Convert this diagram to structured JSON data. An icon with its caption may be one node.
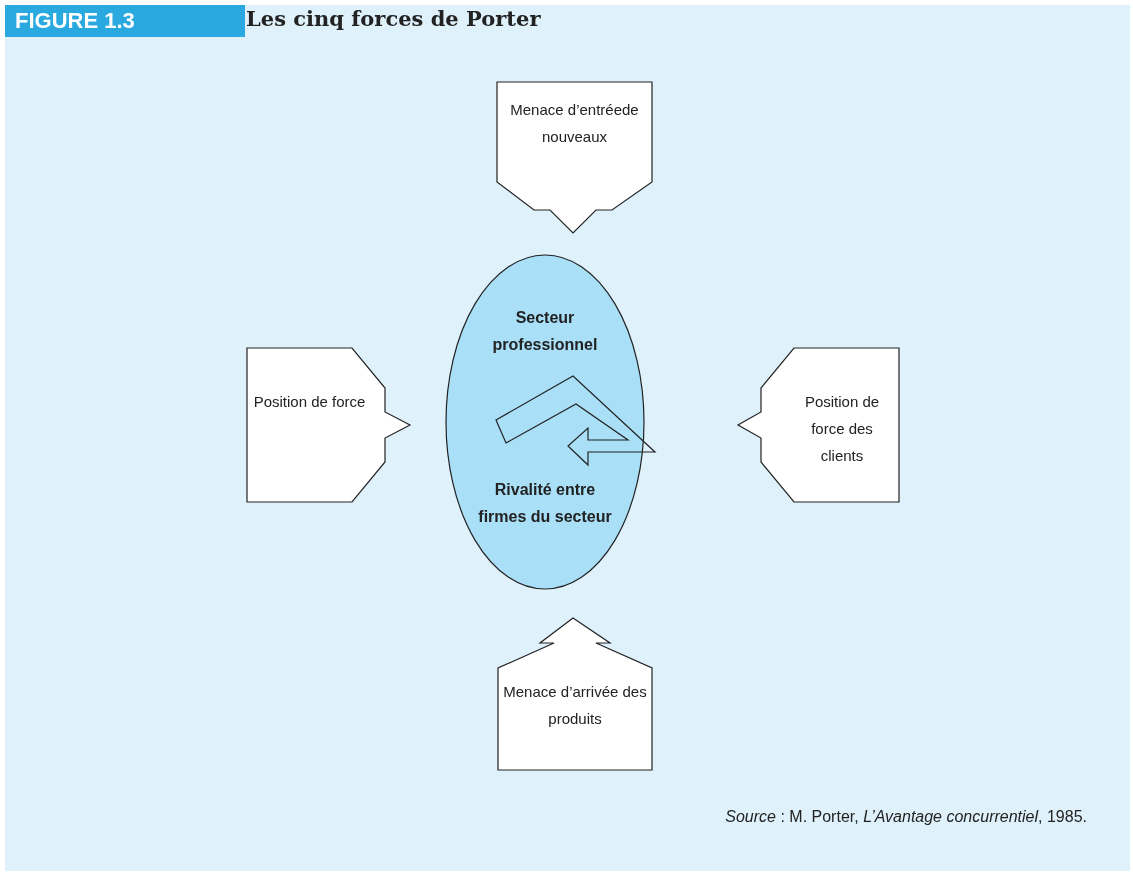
{
  "diagram": {
    "title": "Les cinq forces de Porter",
    "caption": "*Source* : M. Porter, *L’Avantage concurrentiel*, 1985.",
    "nodes": [
      {
        "text": [
          "Menace d’entréede nouveaux"
        ]
      },
      {
        "text": [
          "Position de force"
        ]
      },
      {
        "text": [
          "Secteur professionnel",
          "Rivalité entre firmes du secteur"
        ]
      },
      {
        "text": [
          "Position de force des clients"
        ]
      },
      {
        "text": [
          "Menace d’arrivée des produits"
        ]
      }
    ],
    "labels": [
      "FIGURE 1.3"
    ]
  }
}
